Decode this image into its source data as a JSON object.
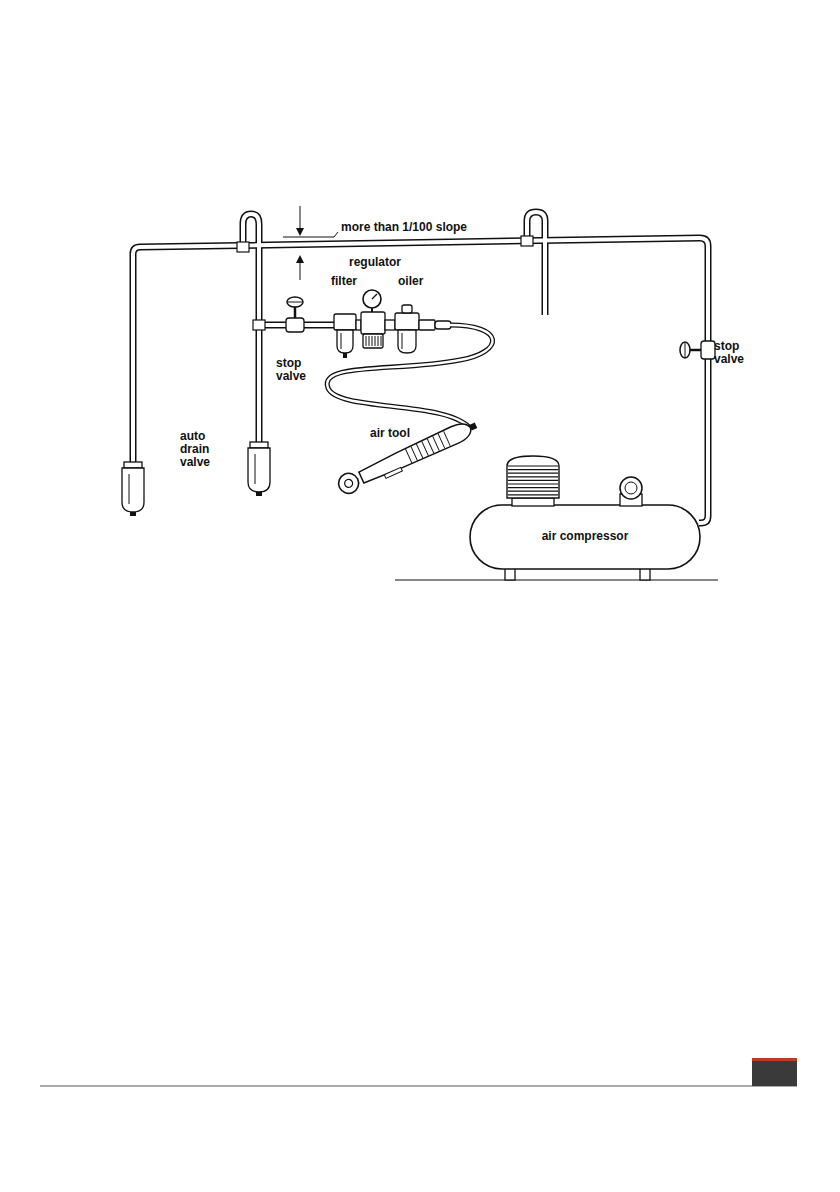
{
  "diagram": {
    "nodes": [
      {
        "text": [
          "air compressor"
        ]
      }
    ],
    "labels": [
      "more than 1/100 slope",
      "regulator",
      "filter",
      "oiler",
      "stop valve",
      "auto drain valve",
      "air tool",
      "stop valve"
    ]
  }
}
